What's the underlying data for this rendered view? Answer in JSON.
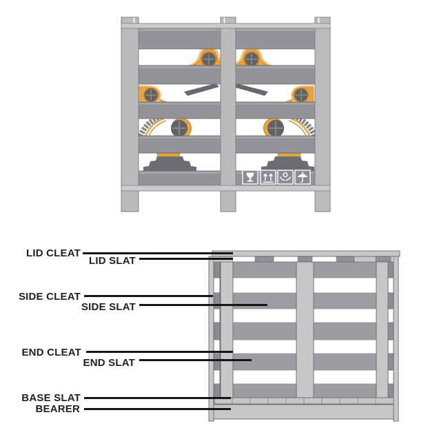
{
  "page": {
    "background": "#ffffff",
    "type": "crate packaging diagram"
  },
  "top_illustration": {
    "name": "assembled wooden crate with packed machinery",
    "shipping_marks": [
      {
        "icon": "fragile-icon"
      },
      {
        "icon": "this-way-up-icon"
      },
      {
        "icon": "handle-with-care-icon"
      },
      {
        "icon": "keep-dry-icon"
      }
    ]
  },
  "diagram": {
    "name": "crate parts diagram",
    "labels": [
      {
        "id": "lid-cleat",
        "text": "LID CLEAT"
      },
      {
        "id": "lid-slat",
        "text": "LID SLAT"
      },
      {
        "id": "side-cleat",
        "text": "SIDE CLEAT"
      },
      {
        "id": "side-slat",
        "text": "SIDE SLAT"
      },
      {
        "id": "end-cleat",
        "text": "END CLEAT"
      },
      {
        "id": "end-slat",
        "text": "END SLAT"
      },
      {
        "id": "base-slat",
        "text": "BASE SLAT"
      },
      {
        "id": "bearer",
        "text": "BEARER"
      }
    ]
  },
  "colors": {
    "wood_light": "#c5c7c9",
    "wood_mid": "#939598",
    "wood_slat": "#9b9da0",
    "outline": "#6f7174",
    "machine_orange": "#e8a43e",
    "machine_orange_light": "#f1c07a",
    "machine_orange_dark": "#c9802a",
    "machine_dark": "#5f6164",
    "leader_line": "#151515",
    "label_text": "#1e2023"
  }
}
